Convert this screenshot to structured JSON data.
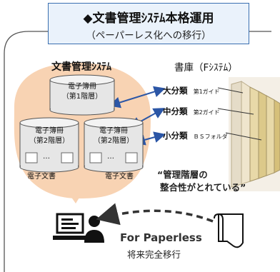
{
  "title": {
    "line1": "◆文書管理ｼｽﾃﾑ本格運用",
    "line2": "（ペーパーレス化への移行）"
  },
  "system": {
    "label": "文書管理ｼｽﾃﾑ",
    "top_book": [
      "電子簿冊",
      "（第1階層）"
    ],
    "left_book": [
      "電子簿冊",
      "（第2階層）"
    ],
    "right_book": [
      "電子簿冊",
      "（第2階層）"
    ],
    "doc_left": "電子文書",
    "doc_right": "電子文書",
    "ellipsis": "…"
  },
  "archive": {
    "label": "書庫（Fｼｽﾃﾑ）",
    "categories": [
      {
        "name": "大分類",
        "sub": "第1ガイド"
      },
      {
        "name": "中分類",
        "sub": "第2ガイド"
      },
      {
        "name": "小分類",
        "sub": "ＢＳフォルダ"
      }
    ]
  },
  "quote": [
    "“管理階層の",
    "整合性がとれている”"
  ],
  "footer": {
    "main": "For Paperless",
    "sub": "将来完全移行"
  },
  "colors": {
    "blob": "#f8d3b3",
    "title_border": "#3a6fb0",
    "title_bg": "#eaf2fb",
    "arrow": "#2b56a6",
    "shelf": "#e8d9a8"
  }
}
